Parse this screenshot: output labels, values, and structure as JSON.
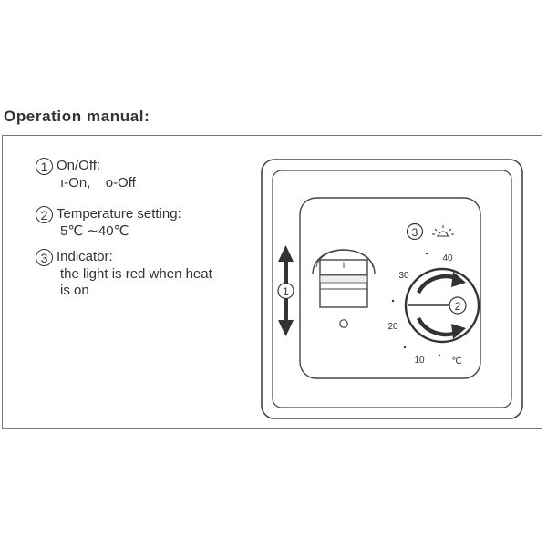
{
  "heading": "Operation manual:",
  "items": [
    {
      "marker": "1",
      "title": "On/Off:",
      "line2_on_label": "-On,",
      "line2_off_label": "-Off"
    },
    {
      "marker": "2",
      "title": "Temperature setting:",
      "line2": "5℃ ∼40℃"
    },
    {
      "marker": "3",
      "title": "Indicator:",
      "line2": "the light is red when heat",
      "line3": "is on"
    }
  ],
  "diagram": {
    "switch_mark": "I",
    "dial_ticks": [
      "10",
      "20",
      "30",
      "40"
    ],
    "unit": "℃",
    "markers": [
      "1",
      "2",
      "3"
    ],
    "icons": [
      "up-down-arrow-icon",
      "sun-indicator-icon",
      "rotate-arrow-icon",
      "on-off-switch",
      "led-indicator"
    ]
  }
}
